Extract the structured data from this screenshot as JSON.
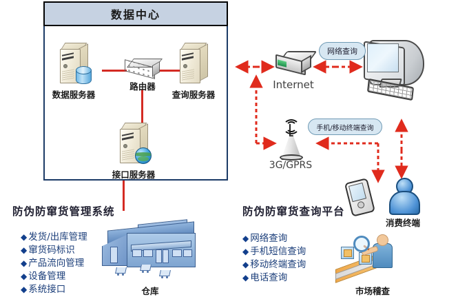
{
  "diagram": {
    "title_zone": {
      "datacenter_label": "数据中心"
    },
    "datacenter_nodes": [
      {
        "id": "data-server",
        "label": "数据服务器",
        "icon": "server-with-database-icon"
      },
      {
        "id": "router",
        "label": "路由器",
        "icon": "router-icon"
      },
      {
        "id": "query-server",
        "label": "查询服务器",
        "icon": "server-icon"
      },
      {
        "id": "interface-server",
        "label": "接口服务器",
        "icon": "server-with-globe-icon"
      }
    ],
    "network_nodes": [
      {
        "id": "internet",
        "label": "Internet",
        "icon": "network-device-icon"
      },
      {
        "id": "gprs",
        "label": "3G/GPRS",
        "icon": "antenna-tower-icon"
      },
      {
        "id": "computer",
        "label": "",
        "icon": "desktop-computer-icon"
      },
      {
        "id": "consumer",
        "label": "消费终端",
        "icon": "user-avatar-icon"
      },
      {
        "id": "pda",
        "label": "",
        "icon": "mobile-pda-icon"
      },
      {
        "id": "warehouse",
        "label": "仓库",
        "icon": "warehouse-icon"
      },
      {
        "id": "market",
        "label": "市场稽查",
        "icon": "market-inspection-icon"
      }
    ],
    "callouts": [
      {
        "id": "network-query",
        "text": "网络查询"
      },
      {
        "id": "mobile-query",
        "text": "手机/移动终端查询"
      }
    ],
    "panels": [
      {
        "id": "management-system",
        "title": "防伪防窜货管理系统",
        "bullet": "◆",
        "items": [
          "发货/出库管理",
          "窜货码标识",
          "产品流向管理",
          "设备管理",
          "系统接口"
        ]
      },
      {
        "id": "query-platform",
        "title": "防伪防窜货查询平台",
        "bullet": "◆",
        "items": [
          "网络查询",
          "手机短信查询",
          "移动终端查询",
          "电话查询"
        ]
      }
    ],
    "colors": {
      "link_red": "#d42b23",
      "datacenter_border": "#1b3a66",
      "datacenter_header_fill": "#c6d2e2",
      "callout_fill": "#d7e7f2",
      "bullet_blue": "#1b3e7a"
    }
  }
}
